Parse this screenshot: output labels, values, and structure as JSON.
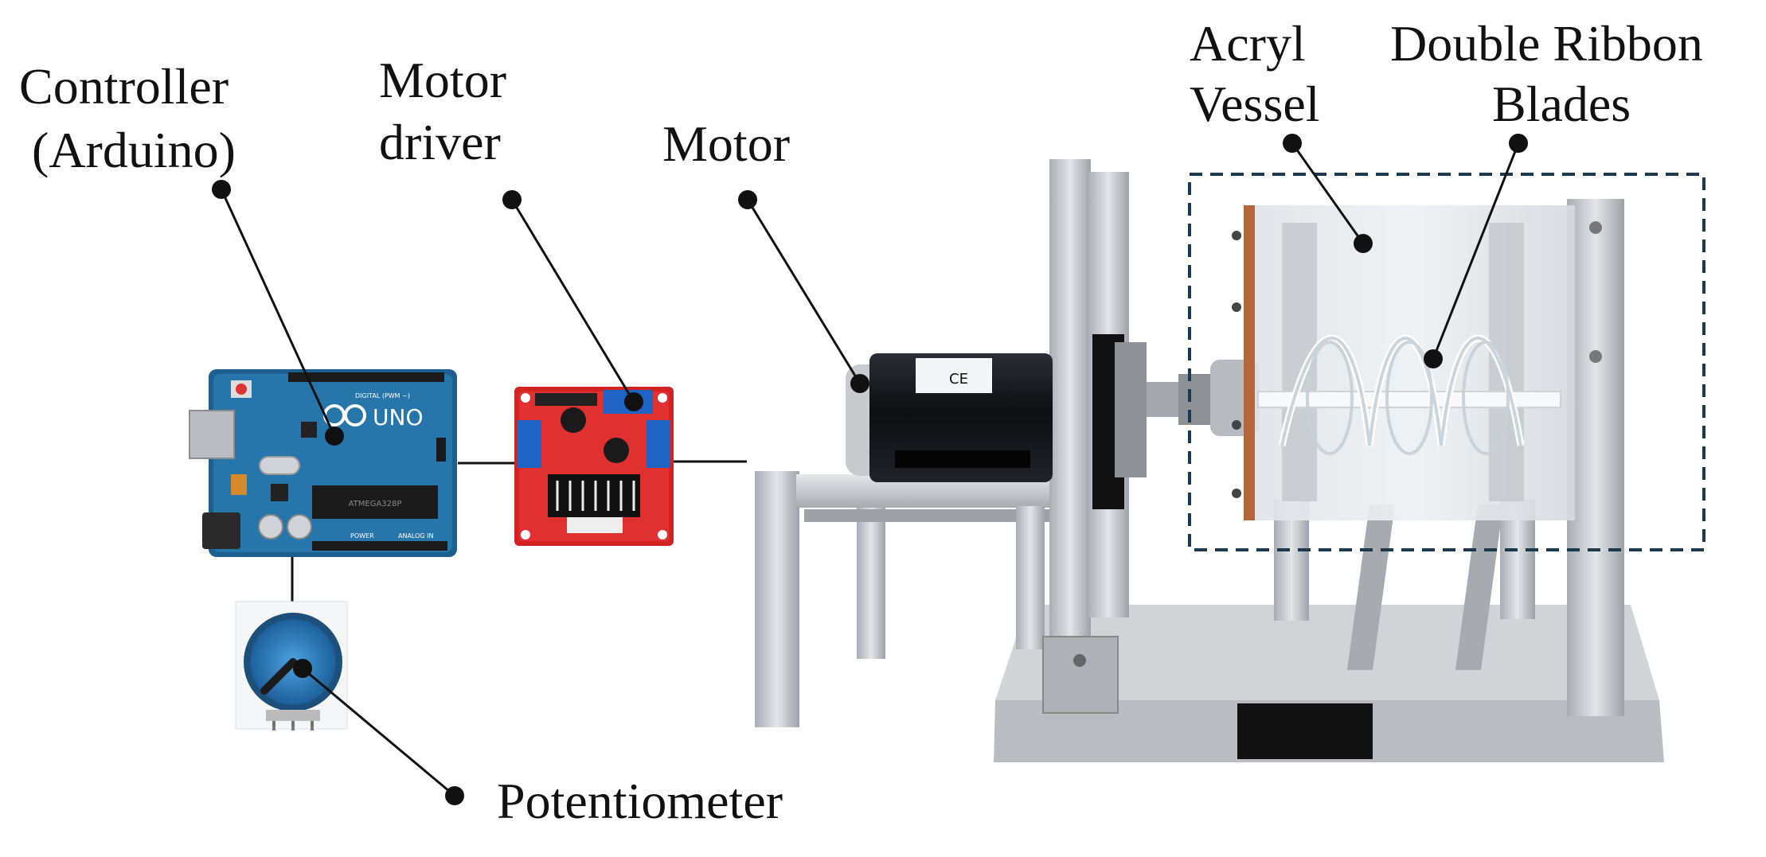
{
  "labels": {
    "controller_line1": "Controller",
    "controller_line2": "(Arduino)",
    "motor_driver_line1": "Motor",
    "motor_driver_line2": "driver",
    "motor": "Motor",
    "acryl_line1": "Acryl",
    "acryl_line2": "Vessel",
    "ribbon_line1": "Double Ribbon",
    "ribbon_line2": "Blades",
    "potentiometer": "Potentiometer"
  },
  "board": {
    "brand_text": "UNO",
    "digital_text": "DIGITAL (PWM ~)",
    "power_text": "POWER",
    "analog_text": "ANALOG IN",
    "chip_text": "ATMEGA328P"
  },
  "motor_sticker_text": "CE",
  "colors": {
    "arduino": "#1d5f8f",
    "driver": "#d32222",
    "terminal": "#1f63c4",
    "aluminum": "#c9ccd0",
    "dashed_box": "#1c3a4f",
    "pot_body": "#2b7fc1"
  }
}
